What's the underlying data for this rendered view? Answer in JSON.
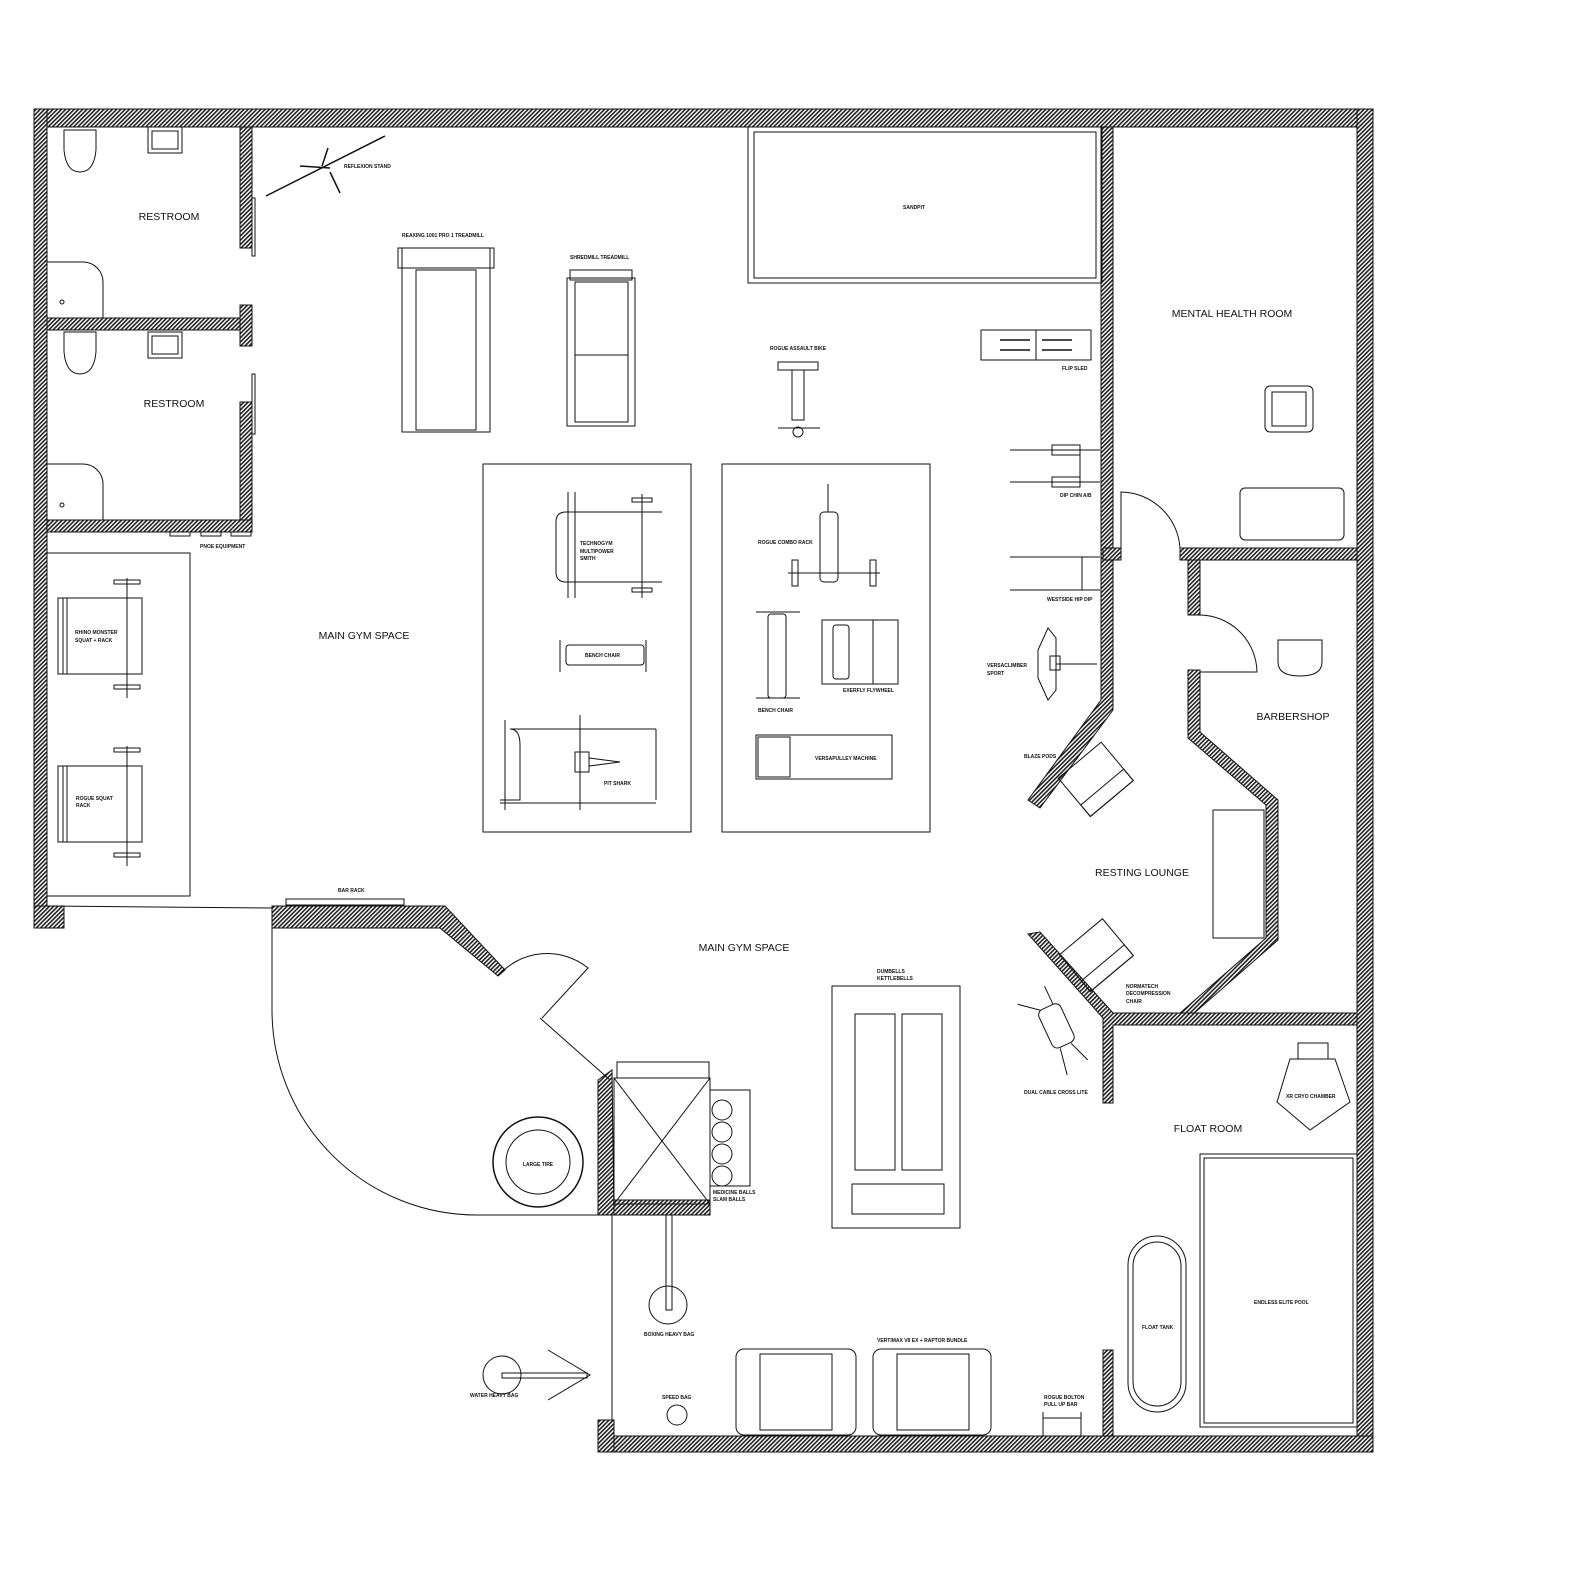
{
  "rooms": {
    "restroom_1": "RESTROOM",
    "restroom_2": "RESTROOM",
    "main_gym_1": "MAIN GYM SPACE",
    "main_gym_2": "MAIN GYM SPACE",
    "mental_health": "MENTAL HEALTH ROOM",
    "barbershop": "BARBERSHOP",
    "resting_lounge": "RESTING LOUNGE",
    "float_room": "FLOAT ROOM"
  },
  "equipment": {
    "reflexion_stand": "REFLEXION STAND",
    "treadmill_1": "REAXING 1001 PRO 1 TREADMILL",
    "treadmill_2": "SHREDMILL TREADMILL",
    "sandpit": "SANDPIT",
    "assault_bike": "ROGUE ASSAULT BIKE",
    "flip_sled": "FLIP SLED",
    "dip_chin": "DIP CHIN A/B",
    "westside_hip_dip": "WESTSIDE HIP DIP",
    "versaclimber_1": "VERSACLIMBER",
    "versaclimber_2": "SPORT",
    "blaze_pods": "BLAZE PODS",
    "technogym_1": "TECHNOGYM",
    "technogym_2": "MULTIPOWER",
    "technogym_3": "SMITH",
    "bench_chair_1": "BENCH CHAIR",
    "pit_shark": "PIT SHARK",
    "rogue_combo_rack": "ROGUE COMBO RACK",
    "bench_chair_2": "BENCH CHAIR",
    "exerfly": "EXERFLY FLYWHEEL",
    "versapulley": "VERSAPULLEY MACHINE",
    "pnoe": "PNOE EQUIPMENT",
    "rhino_1": "RHINO MONSTER",
    "rhino_2": "SQUAT + RACK",
    "rogue_squat_1": "ROGUE SQUAT",
    "rogue_squat_2": "RACK",
    "bar_rack": "BAR RACK",
    "dumbells_1": "DUMBELLS",
    "dumbells_2": "KETTLEBELLS",
    "large_tire": "LARGE TIRE",
    "medicine_1": "MEDICINE BALLS",
    "medicine_2": "SLAM BALLS",
    "boxing_bag": "BOXING HEAVY BAG",
    "water_bag": "WATER HEAVY BAG",
    "speed_bag": "SPEED BAG",
    "vertimax": "VERTIMAX V8 EX + RAPTOR BUNDLE",
    "pull_up_1": "ROGUE BOLTON",
    "pull_up_2": "PULL UP BAR",
    "normatec_1": "NORMATECH",
    "normatec_2": "DECOMPRESSION",
    "normatec_3": "CHAIR",
    "dual_cable": "DUAL CABLE CROSS LITE",
    "cryo": "XR CRYO CHAMBER",
    "float_tank": "FLOAT TANK",
    "endless_pool": "ENDLESS ELITE POOL"
  }
}
